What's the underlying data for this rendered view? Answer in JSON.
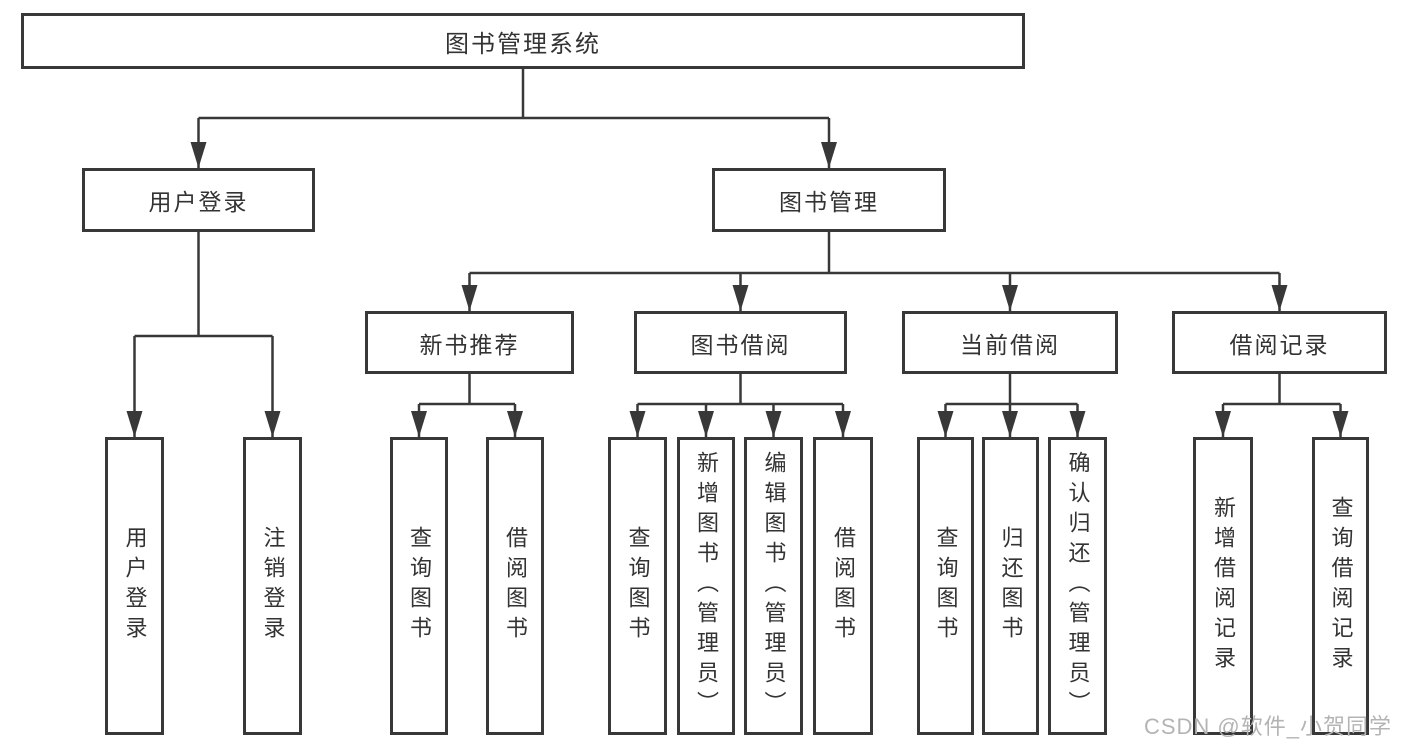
{
  "diagram": {
    "root": {
      "label": "图书管理系统"
    },
    "level1": [
      {
        "label": "用户登录"
      },
      {
        "label": "图书管理"
      }
    ],
    "level2": [
      {
        "label": "新书推荐"
      },
      {
        "label": "图书借阅"
      },
      {
        "label": "当前借阅"
      },
      {
        "label": "借阅记录"
      }
    ],
    "leaves": {
      "user_login": [
        "用户登录",
        "注销登录"
      ],
      "new_book_recommend": [
        "查询图书",
        "借阅图书"
      ],
      "book_borrow": [
        "查询图书",
        "新增图书（管理员）",
        "编辑图书（管理员）",
        "借阅图书"
      ],
      "current_borrow": [
        "查询图书",
        "归还图书",
        "确认归还（管理员）"
      ],
      "borrow_records": [
        "新增借阅记录",
        "查询借阅记录"
      ]
    }
  },
  "watermark": {
    "text": "CSDN @软件_小贺同学",
    "color": "#b4b4b4"
  },
  "colors": {
    "line": "#383838",
    "text": "#333333",
    "box_background": "#ffffff"
  }
}
